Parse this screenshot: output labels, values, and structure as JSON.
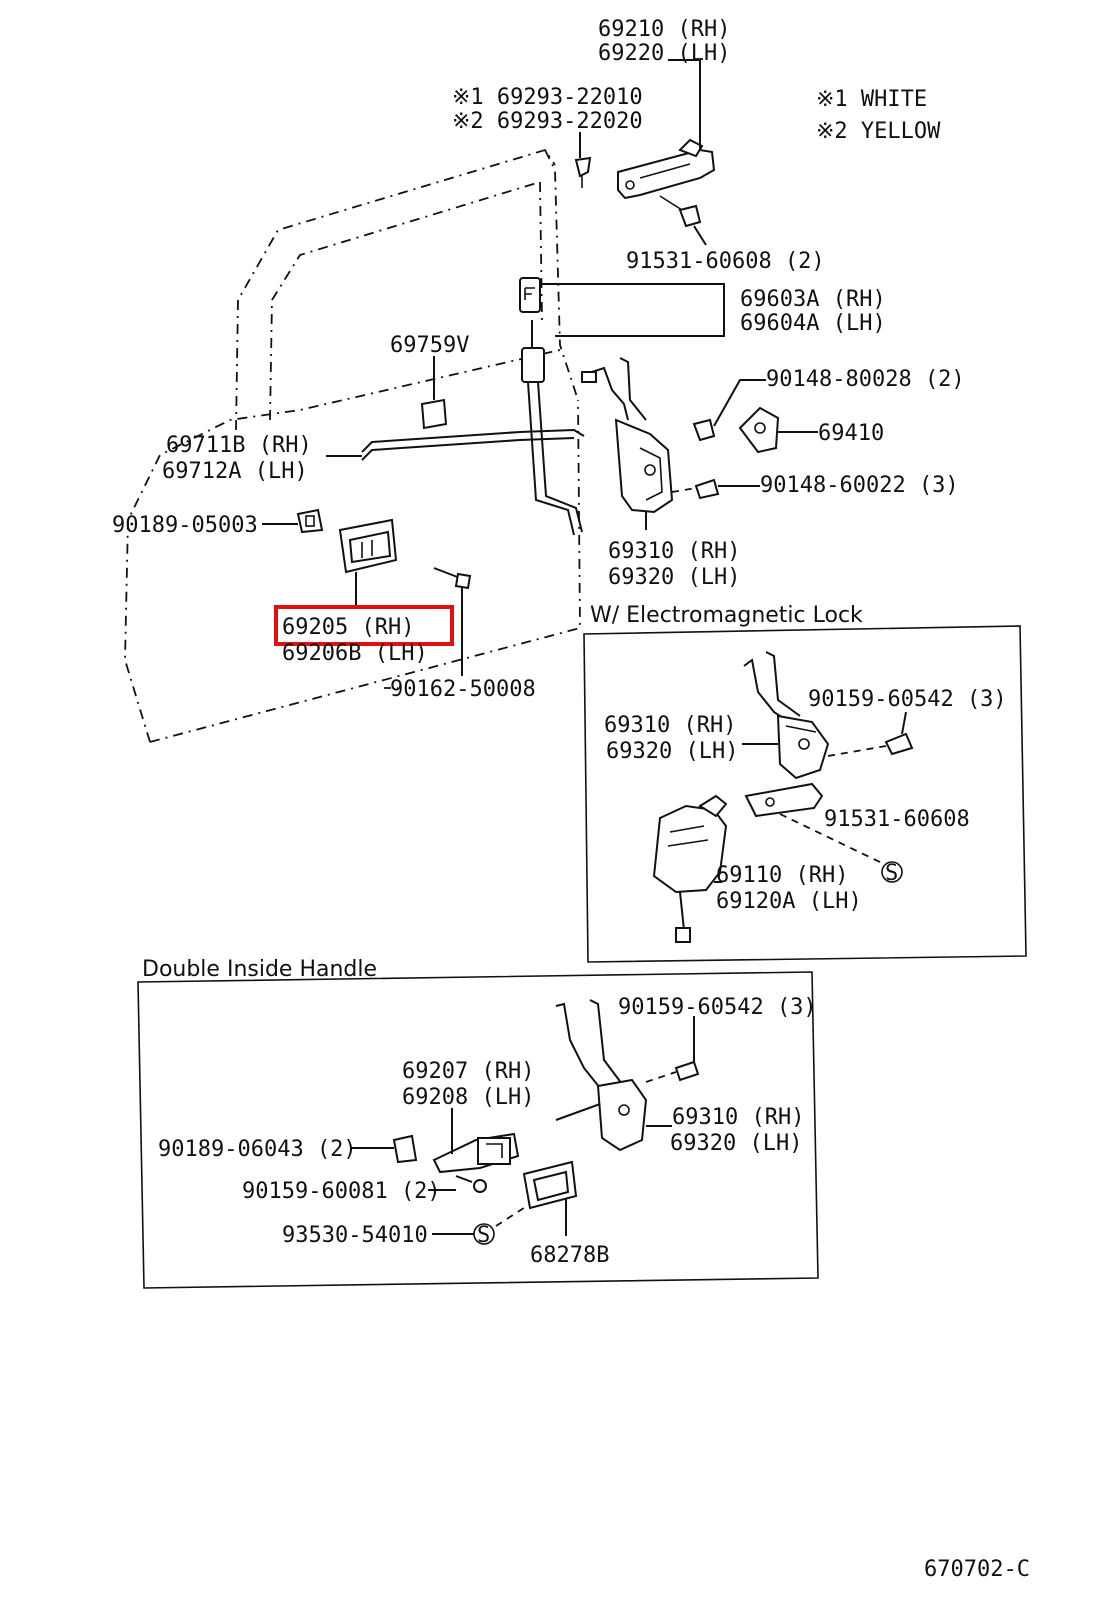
{
  "labels": {
    "p69210": "69210 (RH)",
    "p69220": "69220 (LH)",
    "n1_part": "※1  69293-22010",
    "n2_part": "※2  69293-22020",
    "n1_color": "※1  WHITE",
    "n2_color": "※2  YELLOW",
    "p91531_top": "91531-60608 (2)",
    "p69603": "69603A (RH)",
    "p69604": "69604A (LH)",
    "p69759": "69759V",
    "p90148_28": "90148-80028 (2)",
    "p69410": "69410",
    "p69711": "69711B (RH)",
    "p69712": "69712A (LH)",
    "p90148_22": "90148-60022 (3)",
    "p90189_05": "90189-05003",
    "p69310_a": "69310 (RH)",
    "p69320_a": "69320 (LH)",
    "p69205": "69205   (RH)",
    "p69206": "69206B (LH)",
    "p90162": "90162-50008",
    "p90159_em": "90159-60542 (3)",
    "p69310_b": "69310 (RH)",
    "p69320_b": "69320 (LH)",
    "p91531_em": "91531-60608",
    "p69110": "69110   (RH)",
    "p69120": "69120A (LH)",
    "p90159_dh": "90159-60542 (3)",
    "p69207": "69207 (RH)",
    "p69208": "69208 (LH)",
    "p69310_c": "69310 (RH)",
    "p69320_c": "69320 (LH)",
    "p90189_06": "90189-06043 (2)",
    "p90159_81": "90159-60081 (2)",
    "p93530": "93530-54010",
    "p68278": "68278B",
    "s_symbol": "S",
    "diagram_id": "670702-C"
  },
  "sections": {
    "electromagnetic_title": "W/ Electromagnetic Lock",
    "double_handle_title": "Double Inside Handle"
  },
  "highlight": {
    "part": "69205",
    "color": "#e01010"
  }
}
